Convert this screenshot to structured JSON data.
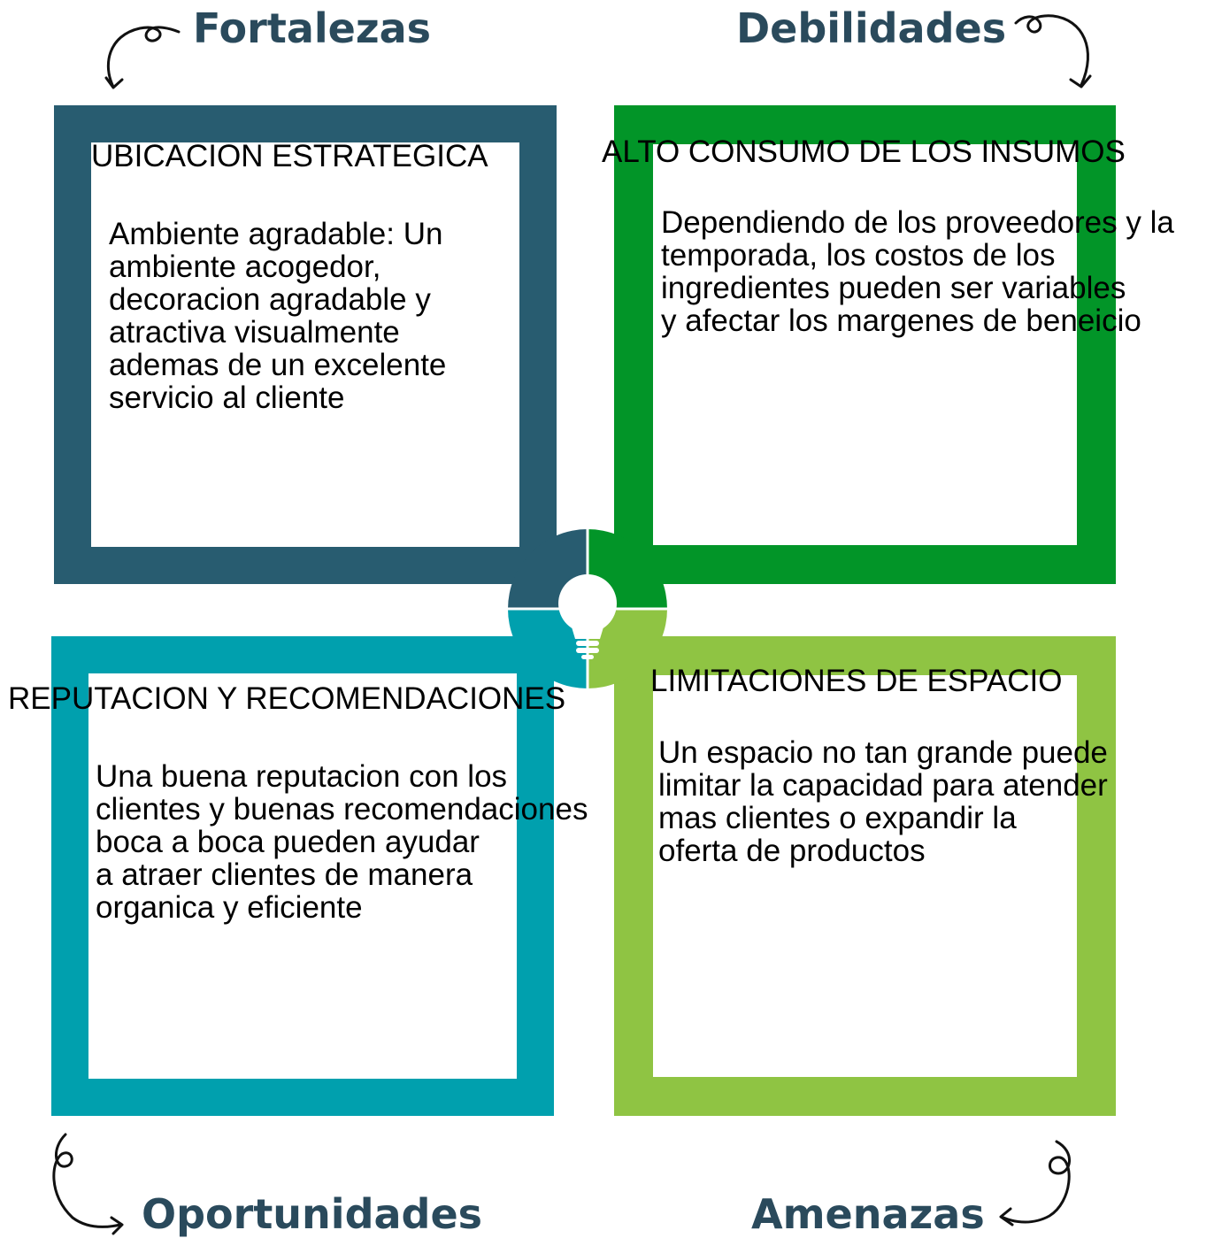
{
  "colors": {
    "heading": "#2a4a5c",
    "fortalezas": "#285c70",
    "debilidades": "#029528",
    "oportunidades": "#00a0ae",
    "amenazas": "#8fc443"
  },
  "quadrants": {
    "fortalezas": {
      "heading": "Fortalezas",
      "title": "UBICACION ESTRATEGICA",
      "text": "Ambiente agradable: Un\nambiente acogedor,\ndecoracion agradable y\natractiva visualmente\nademas de un excelente\nservicio al cliente"
    },
    "debilidades": {
      "heading": "Debilidades",
      "title": "ALTO CONSUMO DE LOS INSUMOS",
      "text": "Dependiendo de los proveedores y la\ntemporada, los costos de los\ningredientes pueden ser variables\ny afectar los margenes de beneicio"
    },
    "oportunidades": {
      "heading": "Oportunidades",
      "title": "REPUTACION Y RECOMENDACIONES",
      "text": "Una buena reputacion con los\nclientes y buenas recomendaciones\nboca a boca pueden ayudar\na atraer clientes de manera\norganica y eficiente"
    },
    "amenazas": {
      "heading": "Amenazas",
      "title": "LIMITACIONES DE ESPACIO",
      "text": "Un espacio no tan grande puede\nlimitar la capacidad para atender\nmas clientes o expandir la\noferta de productos"
    }
  },
  "center": {
    "icon": "lightbulb-icon"
  },
  "decorations": {
    "arrow_icon": "curly-arrow-icon"
  }
}
